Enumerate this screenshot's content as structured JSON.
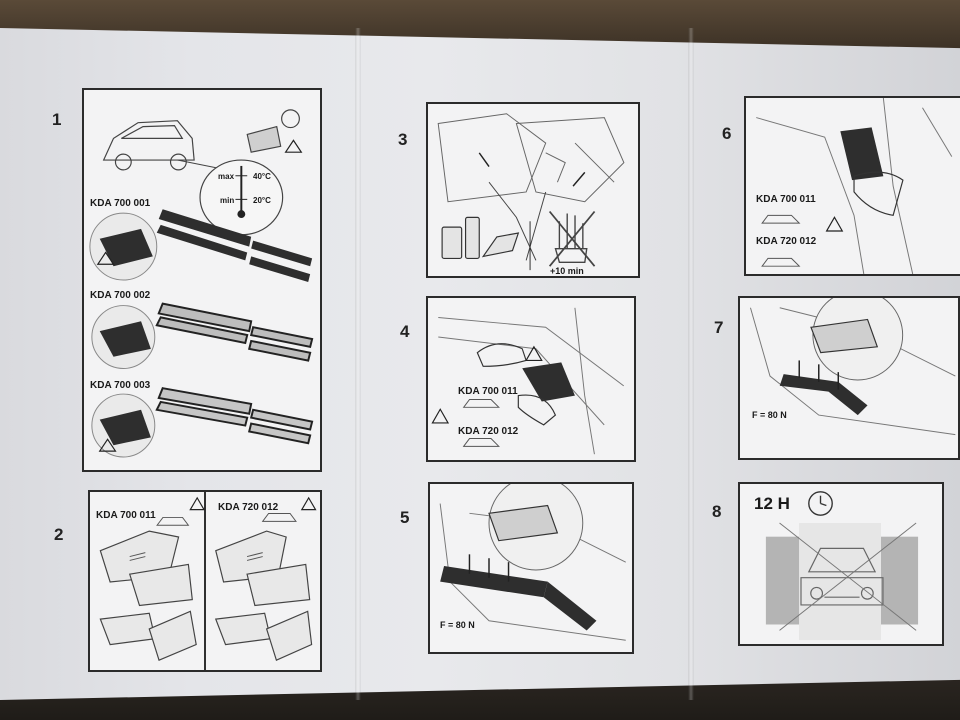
{
  "steps": {
    "s1": {
      "number": "1",
      "thermometer_max": "max",
      "thermometer_min": "min",
      "temp_max": "40°C",
      "temp_min": "20°C",
      "part_a": "KDA 700 001",
      "part_b": "KDA 700 002",
      "part_c": "KDA 700 003"
    },
    "s2": {
      "number": "2",
      "left_code": "KDA 700 011",
      "right_code": "KDA 720 012"
    },
    "s3": {
      "number": "3",
      "wait_time": "+10 min"
    },
    "s4": {
      "number": "4",
      "code_a": "KDA 700 011",
      "code_b": "KDA 720 012"
    },
    "s5": {
      "number": "5",
      "force": "F = 80 N"
    },
    "s6": {
      "number": "6",
      "code_a": "KDA 700 011",
      "code_b": "KDA 720 012"
    },
    "s7": {
      "number": "7",
      "force": "F = 80 N"
    },
    "s8": {
      "number": "8",
      "duration": "12 H"
    }
  },
  "icons": [
    "warning-triangle-icon",
    "clock-icon",
    "no-gloves-icon",
    "thermometer-icon",
    "car-icon"
  ],
  "colors": {
    "paper": "#e6e7ea",
    "ink": "#2b2b2b",
    "strip": "#2e2e2e",
    "background": "#3a2c22"
  }
}
